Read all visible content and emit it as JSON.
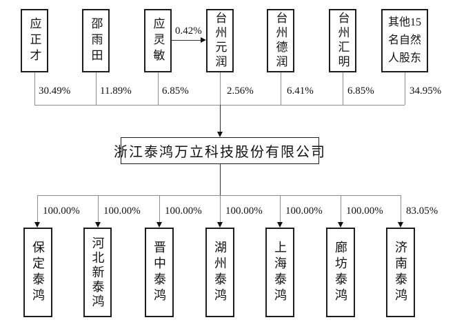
{
  "company": {
    "name": "浙江泰鸿万立科技股份有限公司"
  },
  "shareholders": [
    {
      "name": "应正才",
      "pct": "30.49%"
    },
    {
      "name": "邵雨田",
      "pct": "11.89%"
    },
    {
      "name": "应灵敏",
      "pct": "6.85%"
    },
    {
      "name": "台州元润",
      "pct": "2.56%"
    },
    {
      "name": "台州德润",
      "pct": "6.41%"
    },
    {
      "name": "台州汇明",
      "pct": "6.85%"
    },
    {
      "name": "其他15名自然人股东",
      "pct": "34.95%"
    }
  ],
  "cross_shareholding": {
    "pct": "0.42%"
  },
  "subsidiaries": [
    {
      "name": "保定泰鸿",
      "pct": "100.00%"
    },
    {
      "name": "河北新泰鸿",
      "pct": "100.00%"
    },
    {
      "name": "晋中泰鸿",
      "pct": "100.00%"
    },
    {
      "name": "湖州泰鸿",
      "pct": "100.00%"
    },
    {
      "name": "上海泰鸿",
      "pct": "100.00%"
    },
    {
      "name": "廊坊泰鸿",
      "pct": "100.00%"
    },
    {
      "name": "济南泰鸿",
      "pct": "83.05%"
    }
  ],
  "colors": {
    "line_gray": "#8c8c8c",
    "line_dark": "#2e2e2e",
    "border": "#1c1c1c"
  }
}
